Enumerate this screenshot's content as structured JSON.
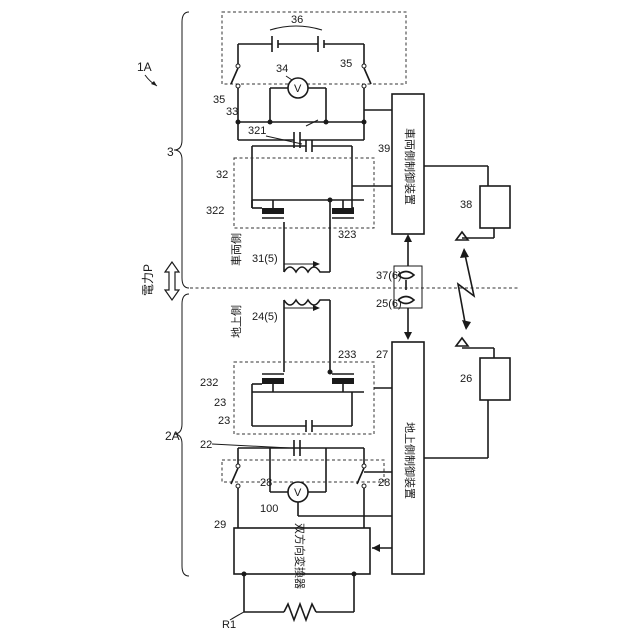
{
  "labels": {
    "system_1a": "1A",
    "vehicle_3": "3",
    "ground_2a": "2A",
    "power_p": "電力P",
    "vehicle_side": "車両側",
    "ground_side": "地上側",
    "vehicle_controller": "車両側制御装置",
    "ground_controller": "地上側制御装置",
    "bidirectional_converter": "双方向変換器",
    "n36": "36",
    "n35a": "35",
    "n35b": "35",
    "n34": "34",
    "n33": "33",
    "n321": "321",
    "n39": "39",
    "n32": "32",
    "n322": "322",
    "n323": "323",
    "n38": "38",
    "n31": "31(5)",
    "n37": "37(6)",
    "n25": "25(6)",
    "n24": "24(5)",
    "n27": "27",
    "n232": "232",
    "n233": "233",
    "n23a": "23",
    "n23b": "23",
    "n22": "22",
    "n26": "26",
    "n28a": "28",
    "n28b": "28",
    "n100": "100",
    "n29": "29",
    "r1": "R1",
    "voltmeter_top": "V",
    "voltmeter_bottom": "V"
  }
}
